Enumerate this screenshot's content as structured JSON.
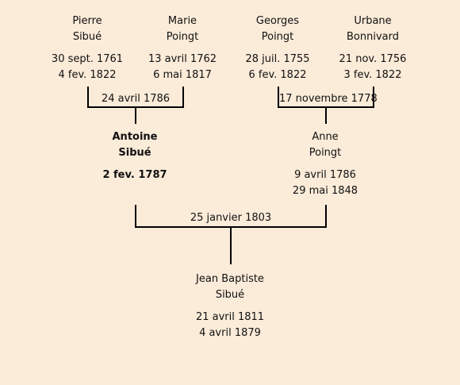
{
  "grandparents": [
    {
      "first": "Pierre",
      "last": "Sibué",
      "birth": "30 sept. 1761",
      "death": "4 fev. 1822"
    },
    {
      "first": "Marie",
      "last": "Poingt",
      "birth": "13 avril 1762",
      "death": "6 mai 1817"
    },
    {
      "first": "Georges",
      "last": "Poingt",
      "birth": "28 juil. 1755",
      "death": "6 fev. 1822"
    },
    {
      "first": "Urbane",
      "last": "Bonnivard",
      "birth": "21 nov. 1756",
      "death": "3 fev. 1822"
    }
  ],
  "marriages": {
    "left": "24 avril 1786",
    "right": "17 novembre 1778",
    "parents": "25 janvier 1803"
  },
  "father": {
    "first": "Antoine",
    "last": "Sibué",
    "birth": "2 fev. 1787"
  },
  "mother": {
    "first": "Anne",
    "last": "Poingt",
    "birth": "9 avril 1786",
    "death": "29 mai 1848"
  },
  "child": {
    "first": "Jean Baptiste",
    "last": "Sibué",
    "birth": "21 avril 1811",
    "death": "4 avril 1879"
  }
}
